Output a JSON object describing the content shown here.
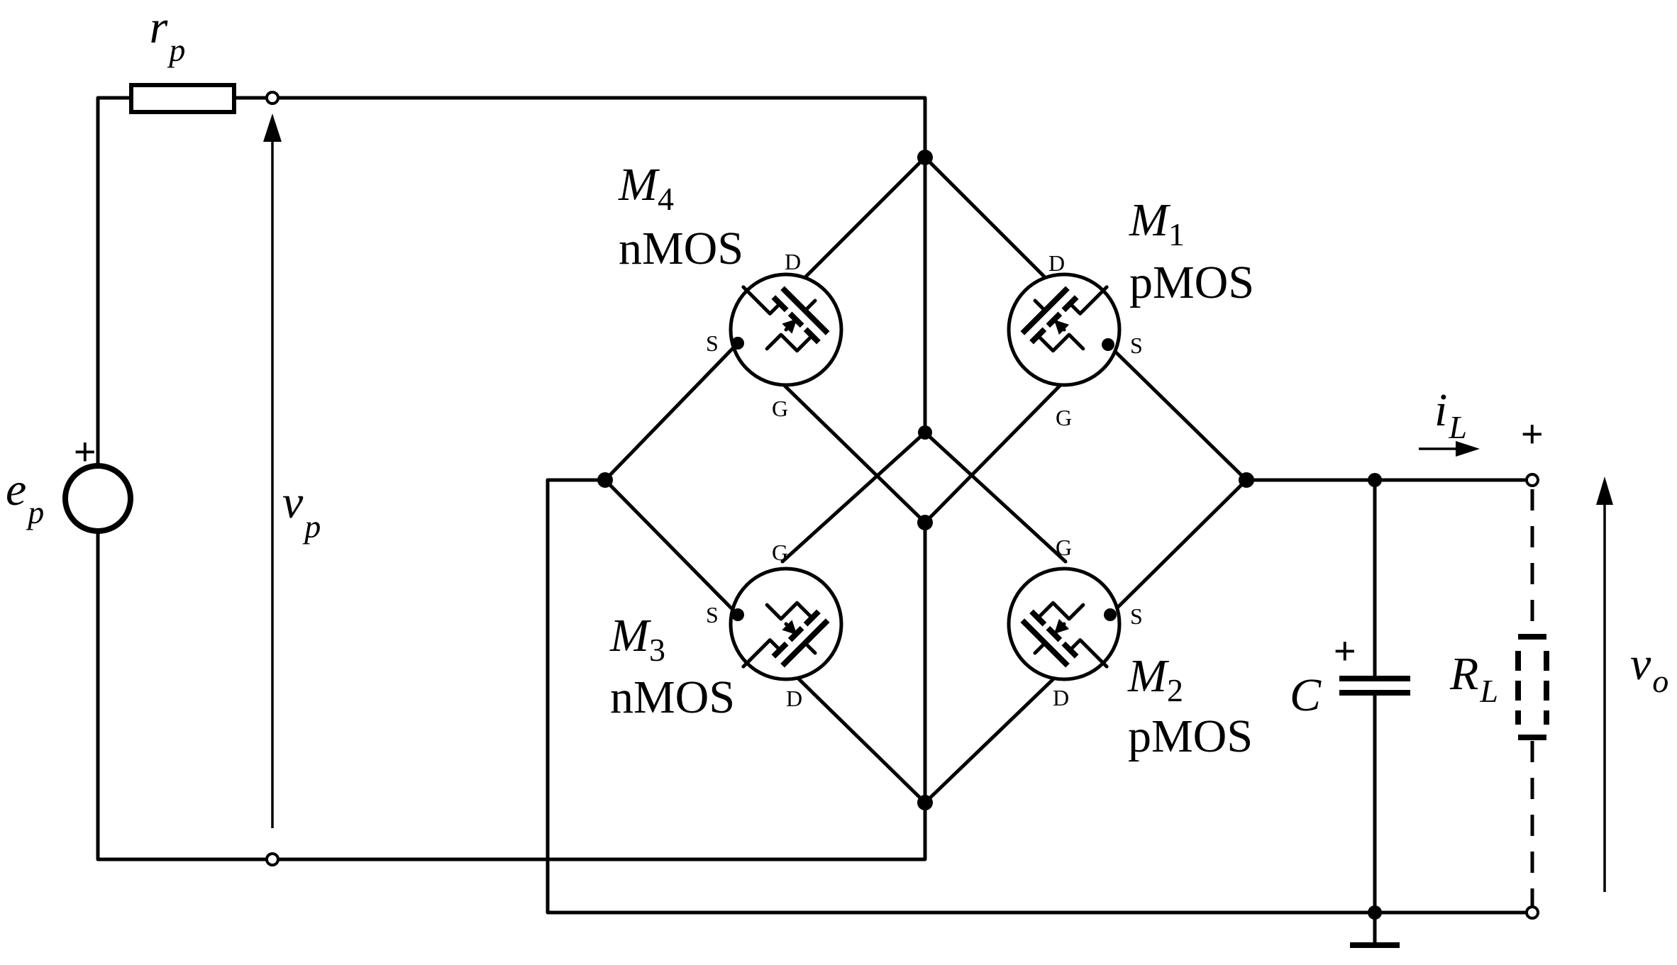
{
  "source": {
    "resistor": {
      "symbol": "r",
      "subscript": "p"
    },
    "emf": {
      "symbol": "e",
      "subscript": "p",
      "polarity": "+"
    },
    "voltage": {
      "symbol": "v",
      "subscript": "p"
    }
  },
  "transistors": [
    {
      "name": "M",
      "index": "4",
      "type": "nMOS",
      "pins": {
        "drain": "D",
        "source": "S",
        "gate": "G"
      }
    },
    {
      "name": "M",
      "index": "1",
      "type": "pMOS",
      "pins": {
        "drain": "D",
        "source": "S",
        "gate": "G"
      }
    },
    {
      "name": "M",
      "index": "3",
      "type": "nMOS",
      "pins": {
        "drain": "D",
        "source": "S",
        "gate": "G"
      }
    },
    {
      "name": "M",
      "index": "2",
      "type": "pMOS",
      "pins": {
        "drain": "D",
        "source": "S",
        "gate": "G"
      }
    }
  ],
  "output": {
    "capacitor": {
      "symbol": "C",
      "polarity": "+"
    },
    "load": {
      "symbol": "R",
      "subscript": "L"
    },
    "current": {
      "symbol": "i",
      "subscript": "L"
    },
    "voltage": {
      "symbol": "v",
      "subscript": "o",
      "polarity": "+"
    }
  },
  "colors": {
    "line": "#000000",
    "background": "#ffffff"
  }
}
